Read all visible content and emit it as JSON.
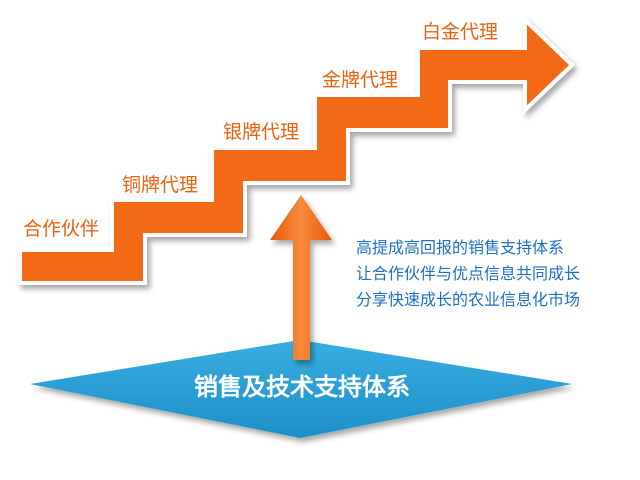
{
  "staircase": {
    "steps": [
      {
        "label": "合作伙伴"
      },
      {
        "label": "铜牌代理"
      },
      {
        "label": "银牌代理"
      },
      {
        "label": "金牌代理"
      },
      {
        "label": "白金代理"
      }
    ],
    "color": "#f26b16"
  },
  "description": {
    "lines": [
      "高提成高回报的销售支持体系",
      "让合作伙伴与优点信息共同成长",
      "分享快速成长的农业信息化市场"
    ],
    "color": "#1f6fc2"
  },
  "base": {
    "title": "销售及技术支持体系",
    "color": "#2ba0d6"
  },
  "arrow": {
    "color": "#f26b16"
  }
}
